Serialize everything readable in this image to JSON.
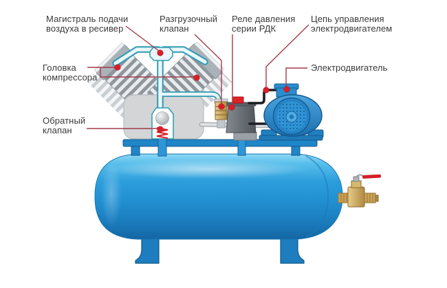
{
  "diagram": {
    "subject": "air-compressor-schematic",
    "labels": {
      "supply_line": {
        "lines": [
          "Магистраль подачи",
          "воздуха в ресивер"
        ]
      },
      "unloader_valve": {
        "lines": [
          "Разгрузочный",
          "клапан"
        ]
      },
      "pressure_relay": {
        "lines": [
          "Реле давления",
          "серии РДК"
        ]
      },
      "motor_control": {
        "lines": [
          "Цепь управления",
          "электродвигателем"
        ]
      },
      "motor": {
        "lines": [
          "Электродвигатель"
        ]
      },
      "compressor_head": {
        "lines": [
          "Головка",
          "компрессора"
        ]
      },
      "check_valve": {
        "lines": [
          "Обратный",
          "клапан"
        ]
      }
    }
  },
  "colors": {
    "label_text": "#3a3a3a",
    "leader_red": "#a23a48",
    "marker_red": "#d81e28",
    "button_red": "#e02228",
    "handle_red": "#d42028",
    "spring_red": "#d8232d",
    "tank_blue": "#2196d2",
    "tank_blue_light": "#8ed8f4",
    "tank_blue_dark": "#1566a4",
    "platform_blue": "#1f86c8",
    "motor_blue": "#2b8cce",
    "pipe_teal": "#2f9ab2",
    "pipe_fill": "#e9f6fa",
    "relay_gray": "#676e75",
    "brass": "#c9a255",
    "fin_gray": "#8f969d",
    "crankcase_gray": "#d3d5d7",
    "wire_black": "#1e1e22"
  }
}
